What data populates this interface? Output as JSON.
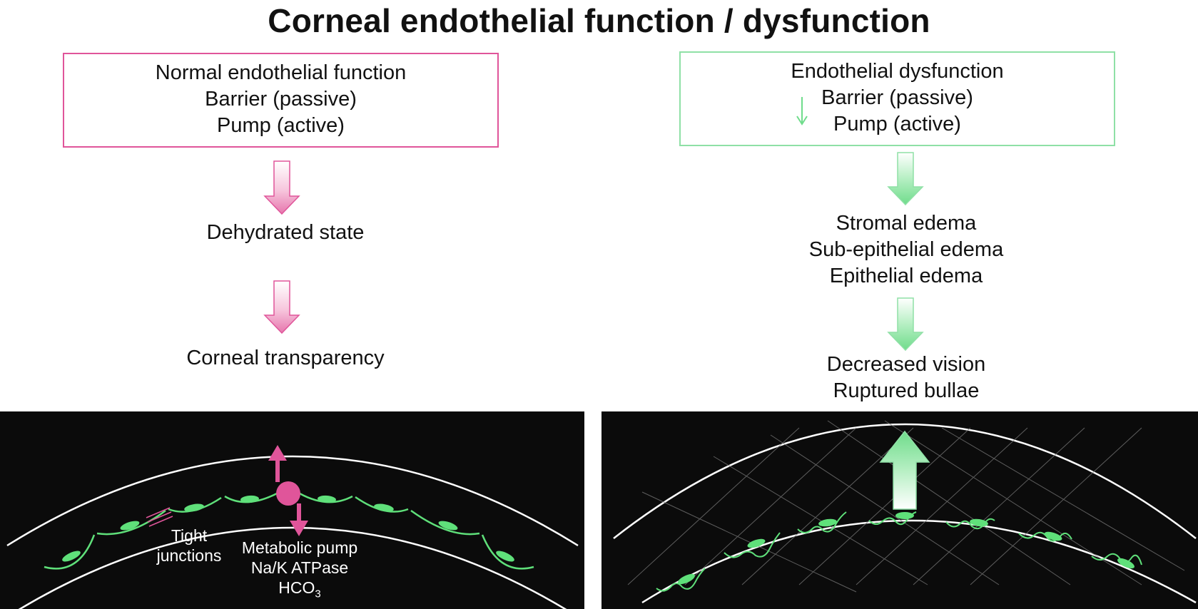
{
  "title": "Corneal endothelial function / dysfunction",
  "normal": {
    "box_lines": [
      "Normal endothelial function",
      "Barrier (passive)",
      "Pump (active)"
    ],
    "step1": "Dehydrated state",
    "step2": "Corneal transparency",
    "labels": {
      "tight_junctions_line1": "Tight",
      "tight_junctions_line2": "junctions",
      "pump_line1": "Metabolic pump",
      "pump_line2": "Na/K ATPase",
      "pump_line3_main": "HCO",
      "pump_line3_sub": "3"
    }
  },
  "dysfunction": {
    "box_lines": [
      "Endothelial dysfunction",
      "Barrier (passive)",
      "Pump (active)"
    ],
    "step1_lines": [
      "Stromal edema",
      "Sub-epithelial edema",
      "Epithelial edema"
    ],
    "step2_lines": [
      "Decreased vision",
      "Ruptured bullae"
    ]
  },
  "colors": {
    "pink": "#e0559a",
    "green": "#8fe0a6",
    "cell_green": "#5fe07a",
    "panel_bg": "#0b0b0b"
  }
}
